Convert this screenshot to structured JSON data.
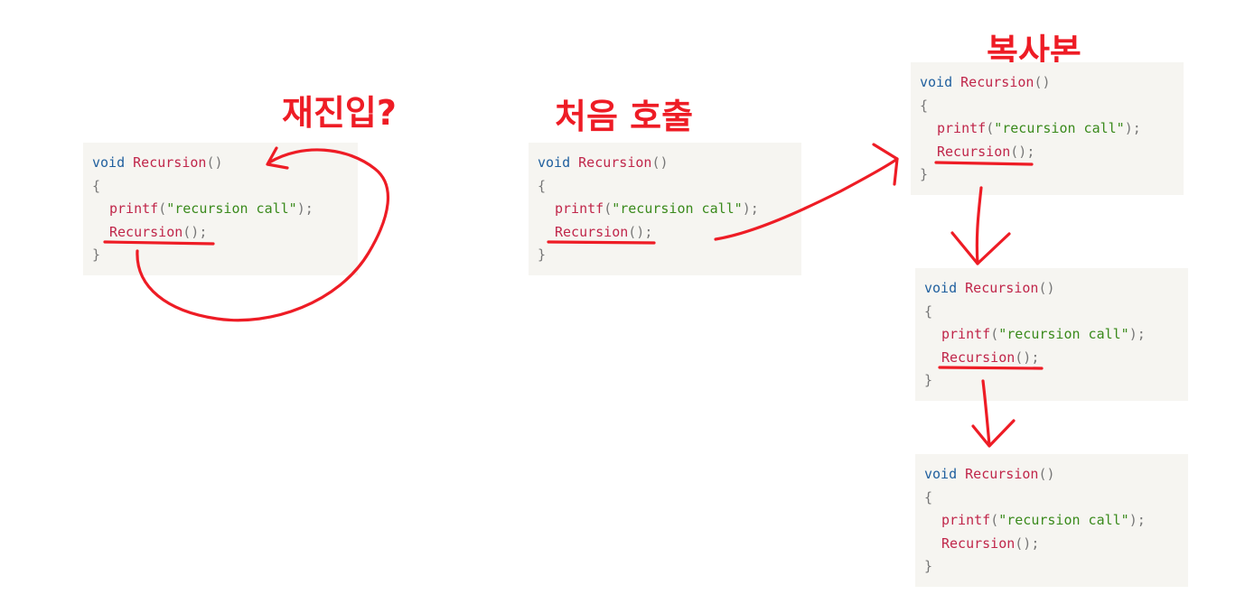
{
  "labels": {
    "reentry": "재진입?",
    "first_call": "처음 호출",
    "copy": "복사본"
  },
  "code": {
    "kw_void": "void",
    "fn_name": "Recursion",
    "parens": "()",
    "open_brace": "{",
    "close_brace": "}",
    "printf": "printf",
    "paren_open": "(",
    "string": "\"recursion call\"",
    "paren_close_semi": ");",
    "call_name": "Recursion",
    "call_parens": "();"
  },
  "colors": {
    "annotation": "#ee1c25",
    "code_background": "#f6f5f1",
    "keyword": "#1f5f9e",
    "function": "#c0264a",
    "string": "#3a8a1c",
    "punctuation": "#777777"
  }
}
